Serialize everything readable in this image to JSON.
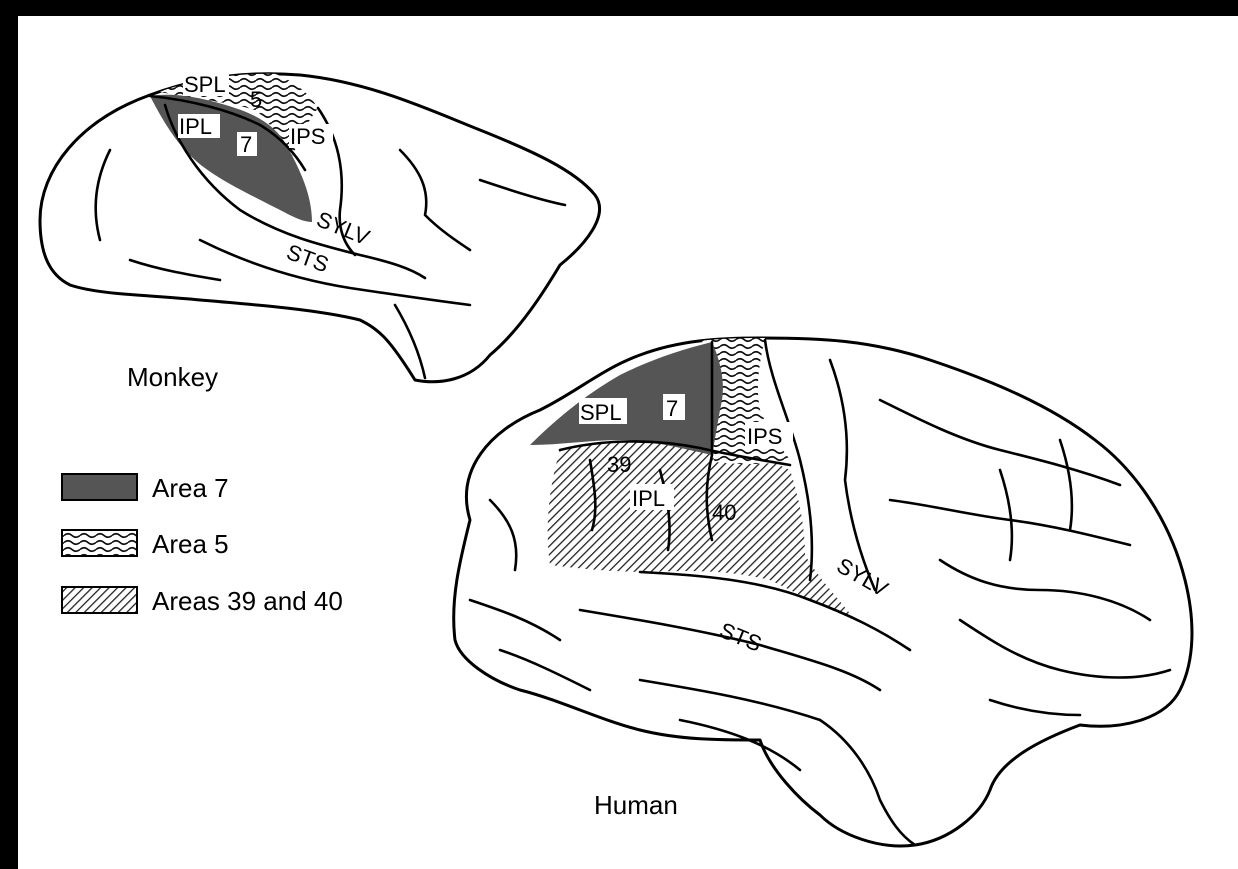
{
  "figure": {
    "monkey": {
      "caption": "Monkey",
      "labels": {
        "spl": "SPL",
        "area5": "5",
        "ipl": "IPL",
        "area7": "7",
        "ips": "IPS",
        "sylv": "SYLV",
        "sts": "STS"
      }
    },
    "human": {
      "caption": "Human",
      "labels": {
        "spl": "SPL",
        "area7": "7",
        "ips": "IPS",
        "area39": "39",
        "ipl": "IPL",
        "area40": "40",
        "sylv": "SYLV",
        "sts": "STS"
      }
    },
    "legend": [
      {
        "label": "Area 7",
        "pattern": "dark-gray-fill"
      },
      {
        "label": "Area 5",
        "pattern": "wavy-lines"
      },
      {
        "label": "Areas 39 and 40",
        "pattern": "diagonal-hatch"
      }
    ]
  },
  "colors": {
    "area7": "#555555",
    "background": "#ffffff",
    "border": "#000000"
  }
}
